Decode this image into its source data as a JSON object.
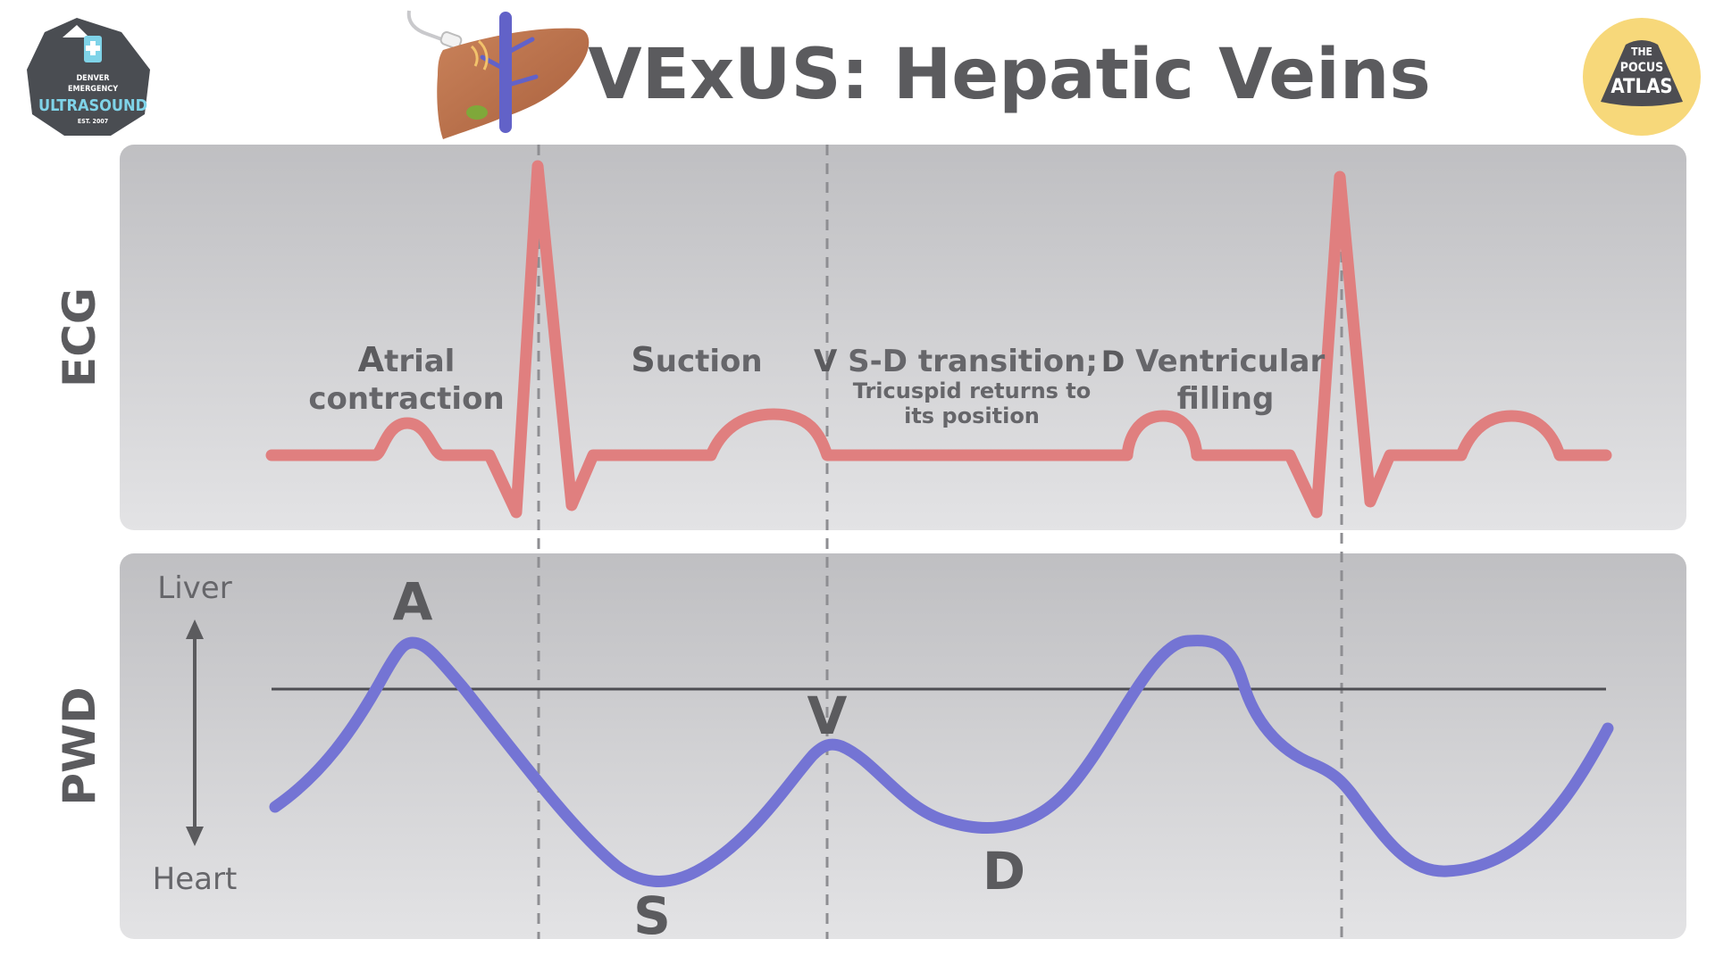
{
  "title": "VExUS: Hepatic Veins",
  "logos": {
    "left": {
      "line1": "DENVER",
      "line2": "EMERGENCY",
      "line3": "ULTRASOUND",
      "line4": "EST. 2007"
    },
    "right": {
      "line1": "THE",
      "line2": "POCUS",
      "line3": "ATLAS"
    }
  },
  "panels": {
    "ecg": {
      "label": "ECG"
    },
    "pwd": {
      "label": "PWD",
      "top_label": "Liver",
      "bottom_label": "Heart"
    }
  },
  "ecg_phases": {
    "atrial": {
      "letter": "A",
      "rest_line1": "trial",
      "line2": "contraction"
    },
    "suction": {
      "letter": "S",
      "rest": "uction"
    },
    "sd": {
      "letter": "V",
      "rest": " S-D transition;",
      "sub1": "Tricuspid returns to",
      "sub2": "its position"
    },
    "filling": {
      "letter": "D",
      "rest_line1": " Ventricular",
      "line2": "filling"
    }
  },
  "waveform_labels": {
    "a": "A",
    "s": "S",
    "v": "V",
    "d": "D"
  },
  "colors": {
    "ecg_trace": "#e07f7f",
    "pwd_trace": "#7474d4",
    "panel_top": "#bfbfc2",
    "panel_bottom": "#e2e2e4",
    "title": "#5b5b5e",
    "text": "#66666a",
    "left_logo_fill": "#4a4d52",
    "left_logo_accent": "#7fd3e8",
    "right_logo_fill": "#f7d87a"
  },
  "icons": {
    "liver": "liver-probe-illustration",
    "left_logo": "denver-emergency-ultrasound-logo",
    "right_logo": "pocus-atlas-logo"
  }
}
